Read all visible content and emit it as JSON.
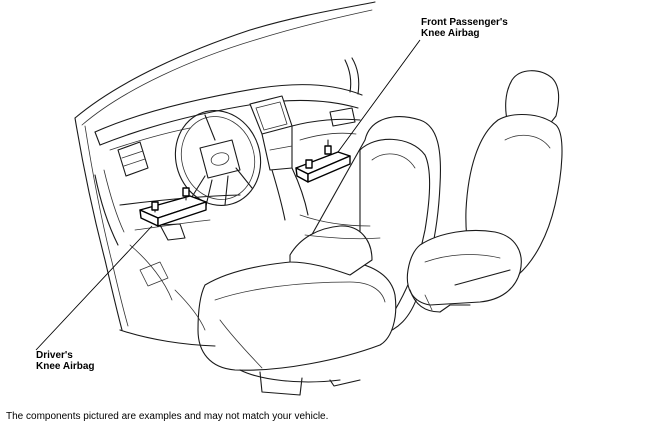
{
  "labels": {
    "passenger_line1": "Front Passenger's",
    "passenger_line2": "Knee Airbag",
    "driver_line1": "Driver's",
    "driver_line2": "Knee Airbag"
  },
  "footnote": "The components pictured are examples and may not match your vehicle."
}
